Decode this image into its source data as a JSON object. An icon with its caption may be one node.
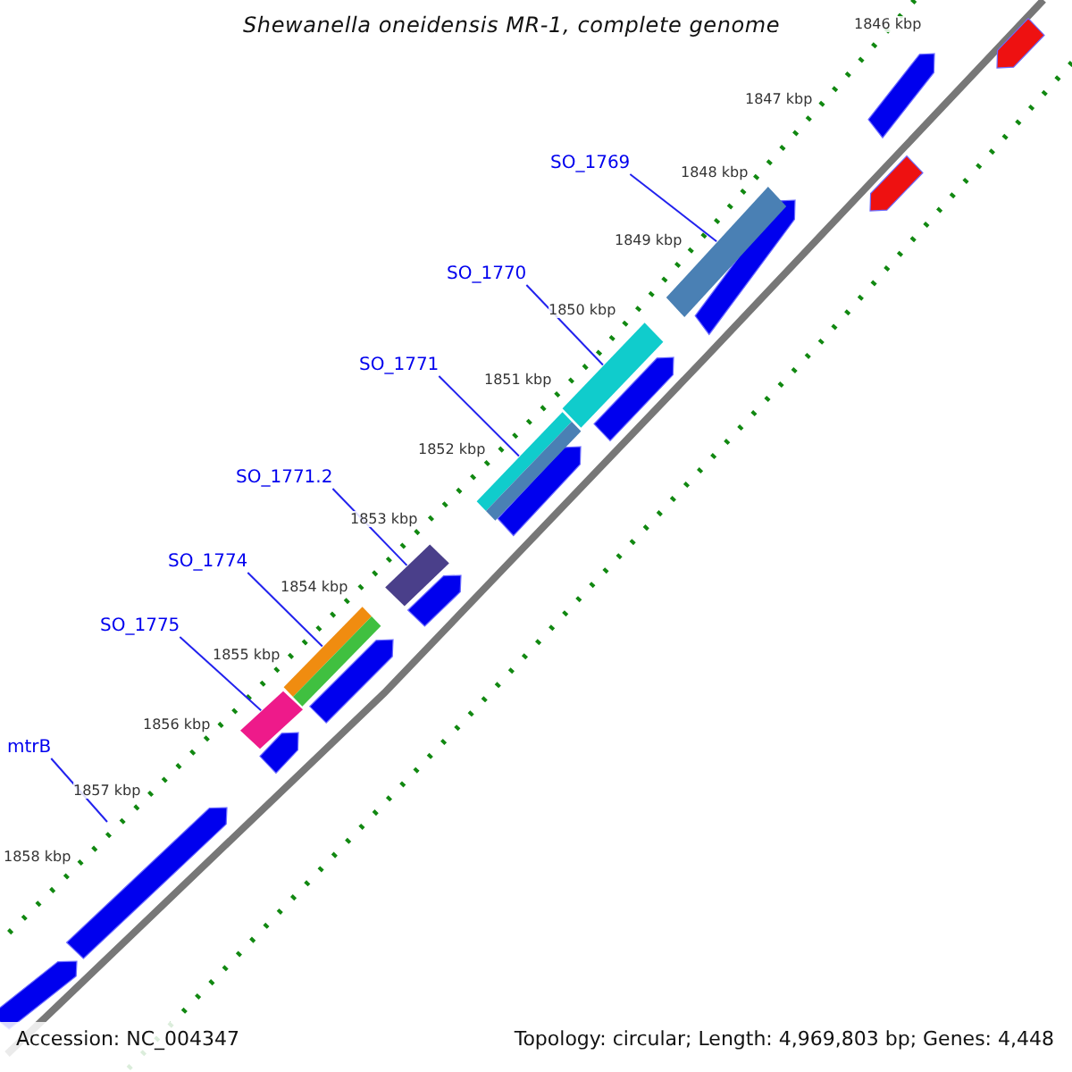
{
  "diagram": {
    "title": "Shewanella oneidensis MR-1, complete genome",
    "nodes": [
      {
        "text": [
          "SO_1769"
        ]
      },
      {
        "text": [],
        "shape": "bar"
      },
      {
        "text": [
          "SO_1770"
        ]
      },
      {
        "text": [],
        "shape": "bar"
      },
      {
        "text": [
          "SO_1771"
        ]
      },
      {
        "text": [],
        "shape": "bar"
      },
      {
        "text": [
          "SO_1771.2"
        ]
      },
      {
        "text": [],
        "shape": "bar"
      },
      {
        "text": [
          "SO_1774"
        ]
      },
      {
        "text": [],
        "shape": "bar"
      },
      {
        "text": [
          "SO_1775"
        ]
      },
      {
        "text": [],
        "shape": "bar"
      },
      {
        "text": [
          "mtrB"
        ]
      },
      {
        "text": [],
        "shape": "bar"
      },
      {
        "text": [],
        "shape": "bar"
      },
      {
        "text": [],
        "shape": "bar"
      },
      {
        "text": [],
        "shape": "bar"
      },
      {
        "text": [],
        "shape": "bar"
      },
      {
        "text": [],
        "shape": "bar"
      },
      {
        "text": [],
        "shape": "bar"
      },
      {
        "text": [],
        "shape": "bar"
      },
      {
        "text": [],
        "shape": "bar"
      },
      {
        "text": [],
        "shape": "bar"
      },
      {
        "text": [],
        "shape": "bar"
      }
    ],
    "edges": [
      {
        "from": 0,
        "to": 1,
        "arrow": "none"
      },
      {
        "from": 2,
        "to": 3,
        "arrow": "none"
      },
      {
        "from": 4,
        "to": 5,
        "arrow": "none"
      },
      {
        "from": 6,
        "to": 7,
        "arrow": "none"
      },
      {
        "from": 8,
        "to": 9,
        "arrow": "none"
      },
      {
        "from": 10,
        "to": 11,
        "arrow": "none"
      },
      {
        "from": 12,
        "to": null,
        "arrow": "none"
      }
    ],
    "labels": [
      "1846 kbp",
      "1847 kbp",
      "1848 kbp",
      "1849 kbp",
      "1850 kbp",
      "1851 kbp",
      "1852 kbp",
      "1853 kbp",
      "1854 kbp",
      "1855 kbp",
      "1856 kbp",
      "1857 kbp",
      "1858 kbp",
      "Accession: NC_004347",
      "Topology: circular; Length: 4,969,803 bp; Genes: 4,448"
    ]
  }
}
